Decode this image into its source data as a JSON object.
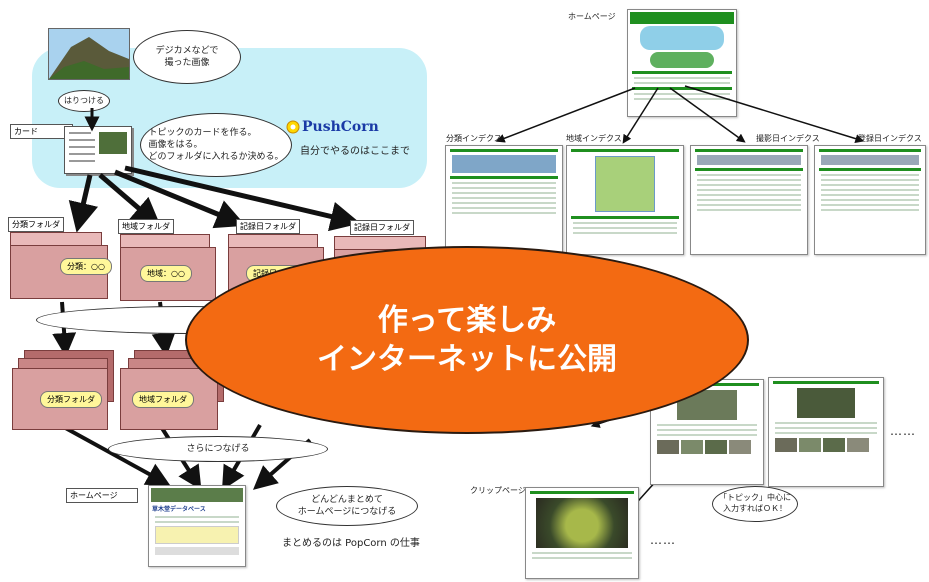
{
  "left": {
    "photo_bubble": "デジカメなどで\n撮った画像",
    "paste_label": "はりつける",
    "card_label": "カード",
    "card_bubble": "トピックのカードを作る。\n画像をはる。\nどのフォルダに入れるか決める。",
    "pushcorn_logo": "PushCorn",
    "self_note": "自分でやるのはここまで",
    "folders": [
      {
        "tab": "分類フォルダ",
        "label": "分類：○○"
      },
      {
        "tab": "地域フォルダ",
        "label": "地域：○○"
      },
      {
        "tab": "記録日フォルダ",
        "label": "記録日：○年"
      },
      {
        "tab": "記録日フォルダ",
        "label": ""
      }
    ],
    "stacks": [
      {
        "label": "分類フォルダ"
      },
      {
        "label": "地域フォルダ"
      }
    ],
    "connect_label": "さらにつなげる",
    "home_label": "ホームページ",
    "home_title": "草木堂データベース",
    "home_bubble": "どんどんまとめて\nホームページにつなげる",
    "popcorn_note": "まとめるのは PopCorn の仕事"
  },
  "right": {
    "home_label": "ホームページ",
    "index_labels": [
      "分類インデクス",
      "地域インデクス",
      "撮影日インデクス",
      "登録日インデクス"
    ],
    "clip_label": "クリップページ",
    "topic_bubble": "「トピック」中心に\n入力すればＯＫ！",
    "dots": "……",
    "dots2": "……"
  },
  "center": {
    "line1": "作って楽しみ",
    "line2": "インターネットに公開"
  },
  "colors": {
    "center_fill": "#f36a12",
    "accent_green": "#1f8f1f",
    "sky": "#c8f0f8",
    "folder": "#d9a0a0",
    "folder_label": "#fff79a"
  }
}
